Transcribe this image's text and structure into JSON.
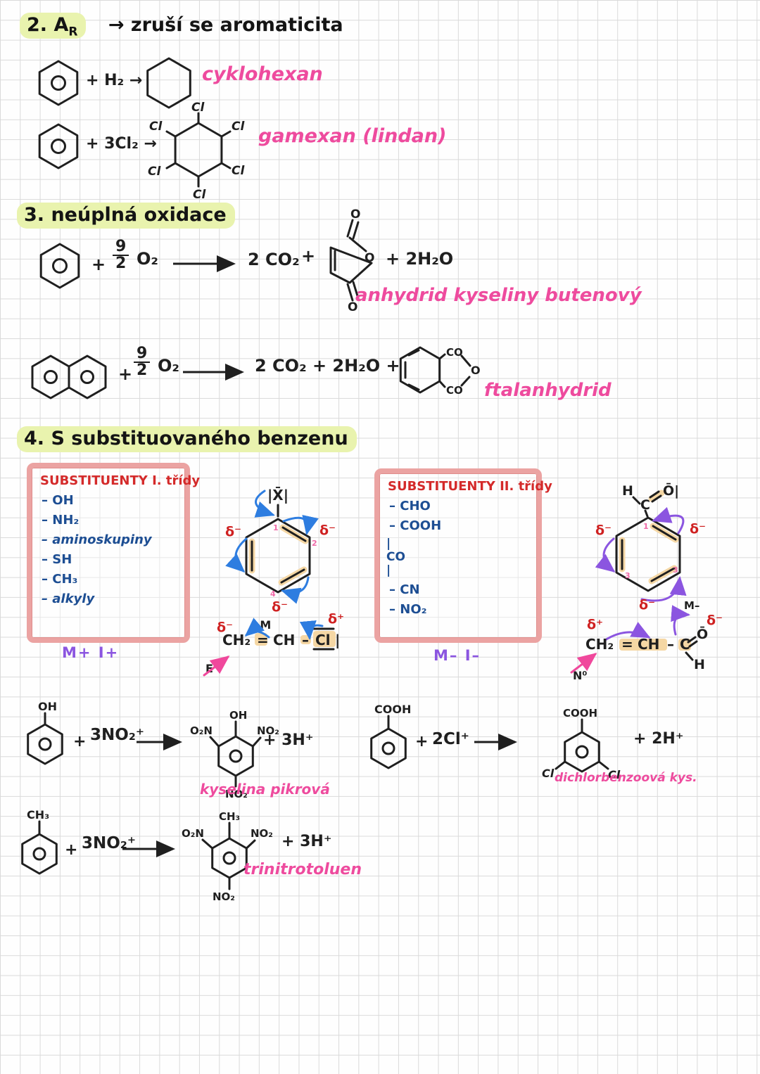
{
  "colors": {
    "ink": "#1f1f1f",
    "pink": "#ee4b9e",
    "red": "#d42a2a",
    "navy": "#1d4e93",
    "blue_arrow": "#2e7de0",
    "purple": "#8b55e0",
    "highlight_green": "#e9f3ae",
    "highlight_tan": "#f5d7a4",
    "box_border": "#eba3a2",
    "grid": "#dadada"
  },
  "sec2": {
    "heading": {
      "num": "2. A",
      "sub": "R",
      "rest": "→ zruší se aromaticita"
    },
    "rx1": {
      "reagent": "+ H₂ →",
      "label": "cyklohexan"
    },
    "rx2": {
      "reagent": "+ 3Cl₂ →",
      "cl": "Cl",
      "label": "gamexan  (lindan)"
    }
  },
  "sec3": {
    "heading": "3. neúplná oxidace",
    "rx1": {
      "plus": "+",
      "frac_top": "9",
      "frac_bot": "2",
      "oxygen": "O₂",
      "co2": "2 CO₂",
      "plus2": "+",
      "water": "+ 2H₂O",
      "o": "O",
      "label": "anhydrid kyseliny butenový"
    },
    "rx2": {
      "plus": "+",
      "frac_top": "9",
      "frac_bot": "2",
      "oxygen": "O₂",
      "products": "2 CO₂  + 2H₂O  +",
      "co": "CO",
      "o": "O",
      "label": "ftalanhydrid"
    }
  },
  "sec4": {
    "heading": "4. S substituovaného benzenu",
    "box1": {
      "title": "SUBSTITUENTY  I. třídy",
      "items": [
        "– OH",
        "– NH₂",
        "– aminoskupiny",
        "– SH",
        "– CH₃",
        "– alkyly"
      ],
      "effect": "M+   I+"
    },
    "box2": {
      "title": "SUBSTITUENTY  II. třídy",
      "items": [
        "– CHO",
        "– COOH",
        "|\nCO\n|",
        "– CN",
        "– NO₂"
      ],
      "effect": "M–  I–"
    },
    "diag1": {
      "substituent": "|X̄|",
      "d_minus": "δ⁻",
      "d_plus": "δ⁺",
      "n1": "1",
      "n2": "2",
      "n4": "4",
      "m": "+M",
      "e": "E⁺",
      "ch2": "CH₂",
      "eq": "=",
      "ch": "CH",
      "dash": "–",
      "cl": "Cl",
      "lone": "|"
    },
    "diag2": {
      "h": "H",
      "c": "C",
      "o": "Ō|",
      "d_minus": "δ⁻",
      "d_plus": "δ⁺",
      "n1": "1",
      "n3": "3",
      "m": "M–",
      "nu": "N⁰",
      "ch2": "CH₂",
      "eq": "=",
      "ch": "CH",
      "dash": "–",
      "c2": "C",
      "o2": "Ō",
      "h2": "H"
    }
  },
  "rx_bottom": {
    "r1": {
      "sub": "OH",
      "plus": "+",
      "reagent": "3NO₂⁺",
      "p_oh": "OH",
      "p_o2n": "O₂N",
      "p_no2": "NO₂",
      "p_no2b": "NO₂",
      "byprod": "+ 3H⁺",
      "label": "kyselina pikrová"
    },
    "r2": {
      "sub": "COOH",
      "plus": "+",
      "reagent": "2Cl⁺",
      "p_cooh": "COOH",
      "p_cl": "Cl",
      "p_clb": "Cl",
      "byprod": "+ 2H⁺",
      "label": "dichlorbenzoová kys."
    },
    "r3": {
      "sub": "CH₃",
      "plus": "+",
      "reagent": "3NO₂⁺",
      "p_ch3": "CH₃",
      "p_o2n": "O₂N",
      "p_no2": "NO₂",
      "p_no2b": "NO₂",
      "byprod": "+ 3H⁺",
      "label": "trinitrotoluen"
    }
  }
}
